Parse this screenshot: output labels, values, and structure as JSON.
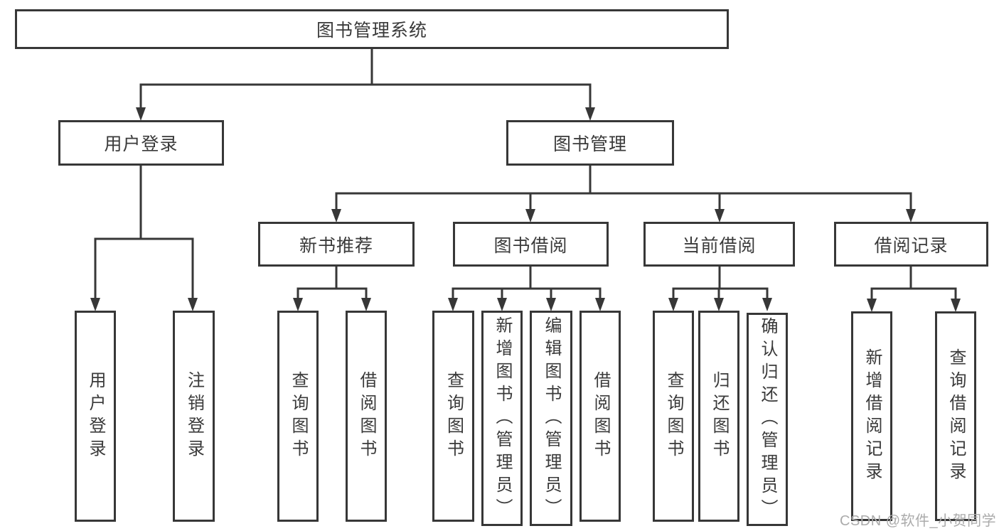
{
  "diagram": {
    "root": {
      "label": "图书管理系统"
    },
    "branches": [
      {
        "label": "用户登录",
        "children": [
          {
            "label": "用户登录"
          },
          {
            "label": "注销登录"
          }
        ]
      },
      {
        "label": "图书管理",
        "groups": [
          {
            "label": "新书推荐",
            "children": [
              {
                "label": "查询图书"
              },
              {
                "label": "借阅图书"
              }
            ]
          },
          {
            "label": "图书借阅",
            "children": [
              {
                "label": "查询图书"
              },
              {
                "label": "新增图书（管理员）"
              },
              {
                "label": "编辑图书（管理员）"
              },
              {
                "label": "借阅图书"
              }
            ]
          },
          {
            "label": "当前借阅",
            "children": [
              {
                "label": "查询图书"
              },
              {
                "label": "归还图书"
              },
              {
                "label": "确认归还（管理员）"
              }
            ]
          },
          {
            "label": "借阅记录",
            "children": [
              {
                "label": "新增借阅记录"
              },
              {
                "label": "查询借阅记录"
              }
            ]
          }
        ]
      }
    ]
  },
  "watermark": {
    "text": "CSDN @软件_小贺同学"
  },
  "colors": {
    "line": "#373737",
    "box_border": "#373737",
    "text": "#3a3a3a",
    "background": "#ffffff",
    "watermark": "#ababab"
  }
}
